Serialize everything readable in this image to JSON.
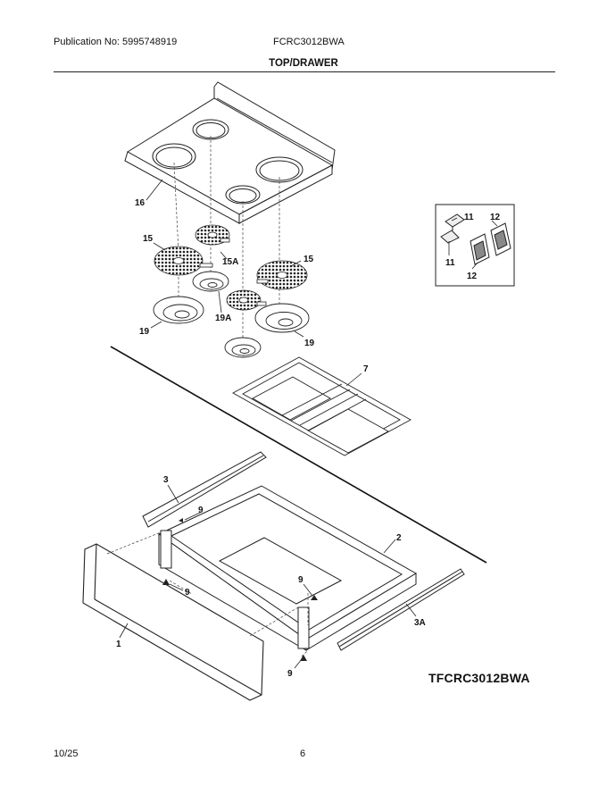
{
  "header": {
    "publication": "Publication No: 5995748919",
    "model": "FCRC3012BWA",
    "section": "TOP/DRAWER"
  },
  "diagram": {
    "code": "TFCRC3012BWA",
    "callouts": {
      "c16": "16",
      "c15a": "15",
      "c15b": "15A",
      "c15c": "15",
      "c19a": "19",
      "c19b": "19A",
      "c19c": "19",
      "c7": "7",
      "c11a": "11",
      "c12a": "12",
      "c11b": "11",
      "c12b": "12",
      "c3": "3",
      "c9a": "9",
      "c2": "2",
      "c9b": "9",
      "c9c": "9",
      "c1": "1",
      "c3a": "3A",
      "c9d": "9"
    }
  },
  "footer": {
    "date": "10/25",
    "page": "6"
  }
}
